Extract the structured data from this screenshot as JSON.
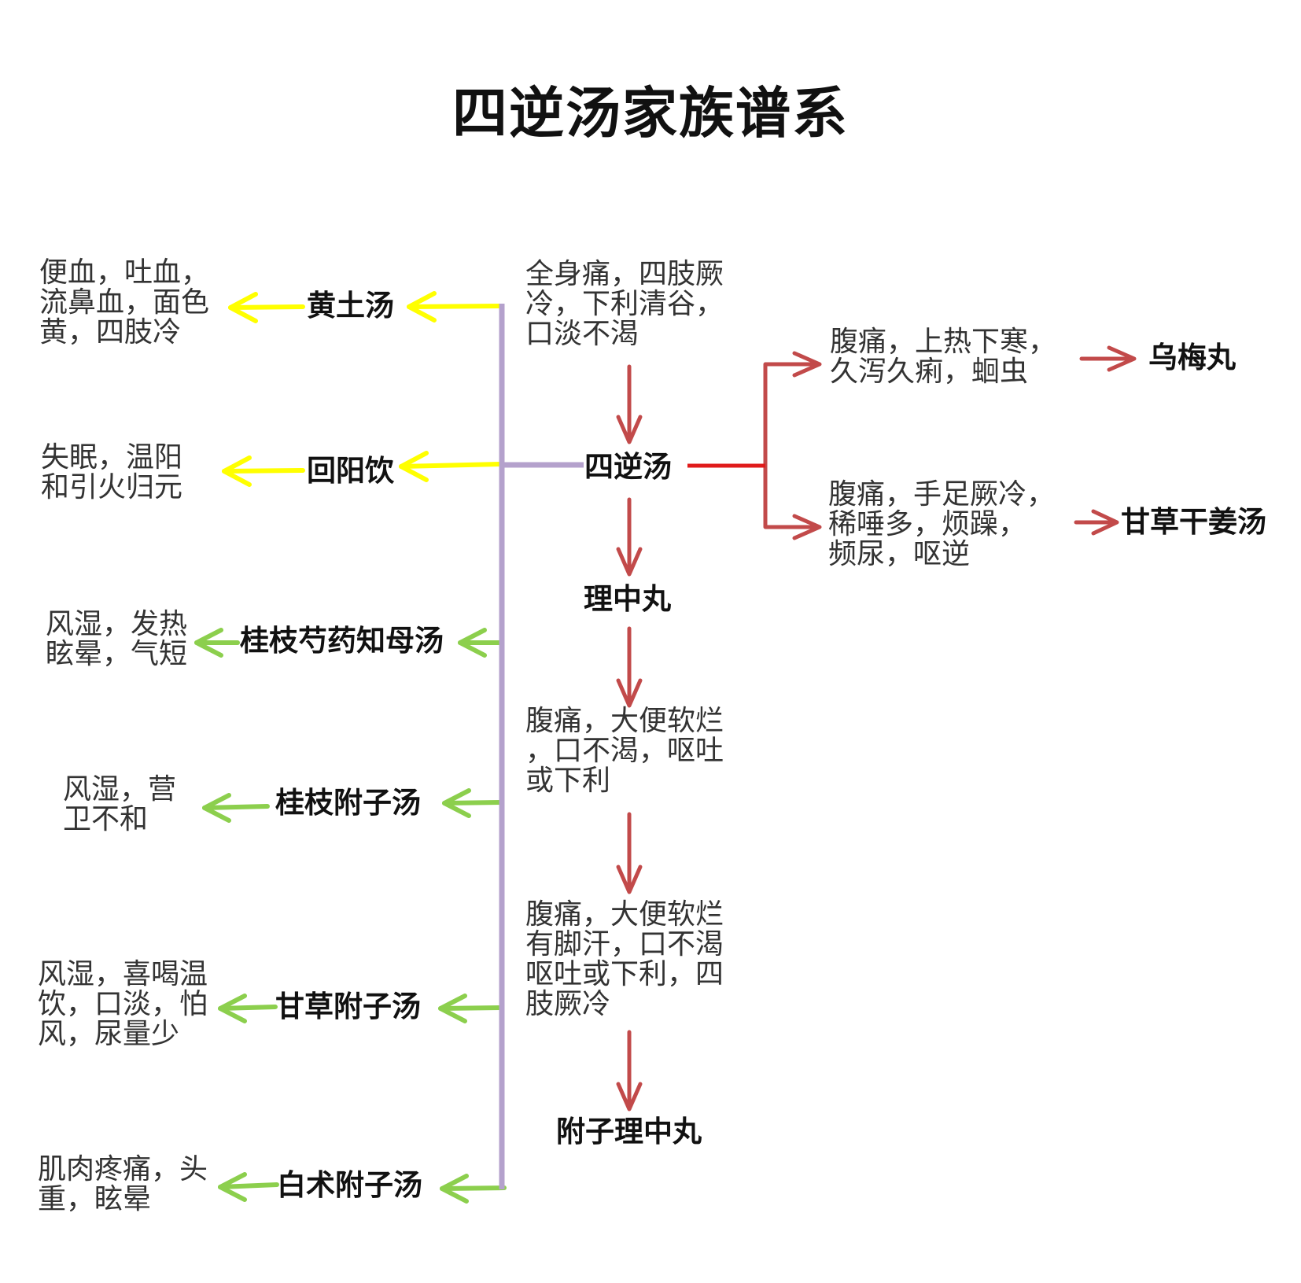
{
  "title": "四逆汤家族谱系",
  "colors": {
    "trunk": "#b4a1cc",
    "yellow_arrow": "#ffff00",
    "green_arrow": "#8ccf4d",
    "red_arrow": "#c24a4a",
    "red_line": "#e01b1b"
  },
  "center": {
    "top_desc": "全身痛，四肢厥\n冷，下利清谷，\n口淡不渴",
    "main": "四逆汤",
    "lizhong": "理中丸",
    "desc2": "腹痛，大便软烂\n，口不渴，呕吐\n或下利",
    "desc3": "腹痛，大便软烂\n有脚汗，口不渴\n呕吐或下利，四\n肢厥冷",
    "fuzi_lizhong": "附子理中丸"
  },
  "left_branches": [
    {
      "formula": "黄土汤",
      "desc": "便血，吐血，\n流鼻血，面色\n黄，四肢冷",
      "color": "yellow"
    },
    {
      "formula": "回阳饮",
      "desc": "失眠，温阳\n和引火归元",
      "color": "yellow"
    },
    {
      "formula": "桂枝芍药知母汤",
      "desc": "风湿，发热\n眩晕，气短",
      "color": "green"
    },
    {
      "formula": "桂枝附子汤",
      "desc": "风湿，营\n卫不和",
      "color": "green"
    },
    {
      "formula": "甘草附子汤",
      "desc": "风湿，喜喝温\n饮，口淡，怕\n风，尿量少",
      "color": "green"
    },
    {
      "formula": "白术附子汤",
      "desc": "肌肉疼痛，头\n重，眩晕",
      "color": "green"
    }
  ],
  "right_branches": [
    {
      "desc": "腹痛，上热下寒，\n久泻久痢，蛔虫",
      "formula": "乌梅丸"
    },
    {
      "desc": "腹痛，手足厥冷，\n稀唾多，烦躁，\n频尿，呕逆",
      "formula": "甘草干姜汤"
    }
  ]
}
